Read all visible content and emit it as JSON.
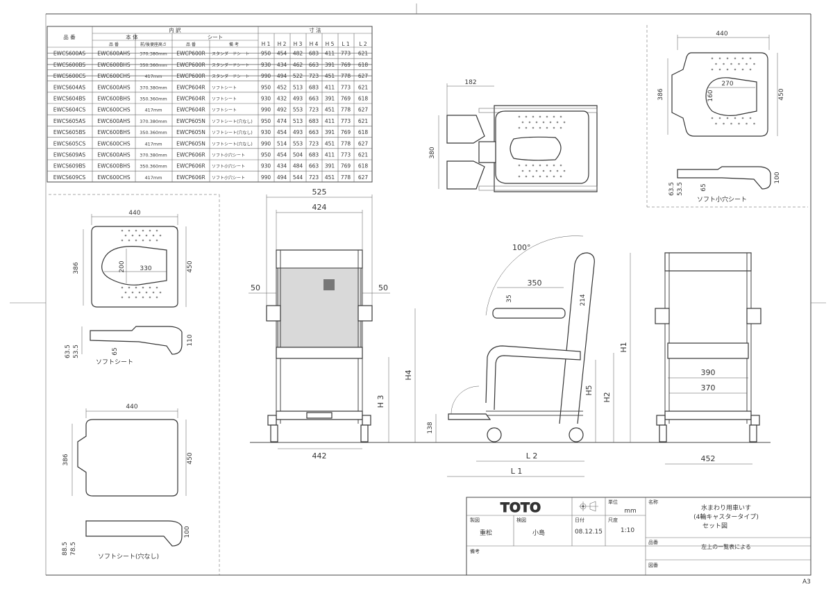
{
  "table": {
    "col_hinban": "品 番",
    "group_naiyaku": "内 訳",
    "group_hontai": "本 体",
    "group_seat": "シート",
    "group_sunpo": "寸 法",
    "sub_hinban": "品 番",
    "sub_height": "前/後便座高さ",
    "sub_seat_hinban": "品 番",
    "sub_biko": "備 考",
    "dims": [
      "H 1",
      "H 2",
      "H 3",
      "H 4",
      "H 5",
      "L 1",
      "L 2"
    ],
    "rows": [
      {
        "model": "EWCS600AS",
        "body": "EWC600AHS",
        "height": "370.380mm",
        "seat": "EWCP600R",
        "note": "スタンダードシート",
        "h1": "950",
        "h2": "454",
        "h3": "482",
        "h4": "683",
        "h5": "411",
        "l1": "773",
        "l2": "621"
      },
      {
        "model": "EWCS600BS",
        "body": "EWC600BHS",
        "height": "350.360mm",
        "seat": "EWCP600R",
        "note": "スタンダードシート",
        "h1": "930",
        "h2": "434",
        "h3": "462",
        "h4": "663",
        "h5": "391",
        "l1": "769",
        "l2": "618"
      },
      {
        "model": "EWCS600CS",
        "body": "EWC600CHS",
        "height": "417mm",
        "seat": "EWCP600R",
        "note": "スタンダードシート",
        "h1": "990",
        "h2": "494",
        "h3": "522",
        "h4": "723",
        "h5": "451",
        "l1": "778",
        "l2": "627"
      },
      {
        "model": "EWCS604AS",
        "body": "EWC600AHS",
        "height": "370.380mm",
        "seat": "EWCP604R",
        "note": "ソフトシート",
        "h1": "950",
        "h2": "452",
        "h3": "513",
        "h4": "683",
        "h5": "411",
        "l1": "773",
        "l2": "621"
      },
      {
        "model": "EWCS604BS",
        "body": "EWC600BHS",
        "height": "350.360mm",
        "seat": "EWCP604R",
        "note": "ソフトシート",
        "h1": "930",
        "h2": "432",
        "h3": "493",
        "h4": "663",
        "h5": "391",
        "l1": "769",
        "l2": "618"
      },
      {
        "model": "EWCS604CS",
        "body": "EWC600CHS",
        "height": "417mm",
        "seat": "EWCP604R",
        "note": "ソフトシート",
        "h1": "990",
        "h2": "492",
        "h3": "553",
        "h4": "723",
        "h5": "451",
        "l1": "778",
        "l2": "627"
      },
      {
        "model": "EWCS605AS",
        "body": "EWC600AHS",
        "height": "370.380mm",
        "seat": "EWCP605N",
        "note": "ソフトシート(穴なし)",
        "h1": "950",
        "h2": "474",
        "h3": "513",
        "h4": "683",
        "h5": "411",
        "l1": "773",
        "l2": "621"
      },
      {
        "model": "EWCS605BS",
        "body": "EWC600BHS",
        "height": "350.360mm",
        "seat": "EWCP605N",
        "note": "ソフトシート(穴なし)",
        "h1": "930",
        "h2": "454",
        "h3": "493",
        "h4": "663",
        "h5": "391",
        "l1": "769",
        "l2": "618"
      },
      {
        "model": "EWCS605CS",
        "body": "EWC600CHS",
        "height": "417mm",
        "seat": "EWCP605N",
        "note": "ソフトシート(穴なし)",
        "h1": "990",
        "h2": "514",
        "h3": "553",
        "h4": "723",
        "h5": "451",
        "l1": "778",
        "l2": "627"
      },
      {
        "model": "EWCS609AS",
        "body": "EWC600AHS",
        "height": "370.380mm",
        "seat": "EWCP606R",
        "note": "ソフト小穴シート",
        "h1": "950",
        "h2": "454",
        "h3": "504",
        "h4": "683",
        "h5": "411",
        "l1": "773",
        "l2": "621"
      },
      {
        "model": "EWCS609BS",
        "body": "EWC600BHS",
        "height": "350.360mm",
        "seat": "EWCP606R",
        "note": "ソフト小穴シート",
        "h1": "930",
        "h2": "434",
        "h3": "484",
        "h4": "663",
        "h5": "391",
        "l1": "769",
        "l2": "618"
      },
      {
        "model": "EWCS609CS",
        "body": "EWC600CHS",
        "height": "417mm",
        "seat": "EWCP606R",
        "note": "ソフト小穴シート",
        "h1": "990",
        "h2": "494",
        "h3": "544",
        "h4": "723",
        "h5": "451",
        "l1": "778",
        "l2": "627"
      }
    ]
  },
  "seat_soft": {
    "w": "440",
    "d": "386",
    "d2": "450",
    "inner_w": "330",
    "inner_d": "200",
    "t1": "63.5",
    "t2": "53.5",
    "t3": "65",
    "t4": "110",
    "caption": "ソフトシート"
  },
  "seat_nohole": {
    "w": "440",
    "d": "386",
    "d2": "450",
    "t1": "88.5",
    "t2": "78.5",
    "t3": "100",
    "caption": "ソフトシート(穴なし)"
  },
  "seat_small": {
    "w": "440",
    "d": "386",
    "d2": "450",
    "inner_w": "270",
    "inner_d": "160",
    "t1": "63.5",
    "t2": "53.5",
    "t3": "65",
    "t4": "100",
    "caption": "ソフト小穴シート"
  },
  "plan_view": {
    "d1": "182",
    "d2": "380"
  },
  "front_view": {
    "w_outer": "525",
    "w_inner": "424",
    "arm_l": "50",
    "arm_r": "50",
    "h3": "H 3",
    "base_w": "442"
  },
  "side_view": {
    "angle": "100°",
    "arm_len": "350",
    "arm_h": "35",
    "back": "214",
    "h1": "H1",
    "h2": "H2",
    "h4": "H4",
    "h5": "H5",
    "foot": "138",
    "l1": "L 1",
    "l2": "L 2"
  },
  "rear_view": {
    "w1": "390",
    "w2": "370",
    "base_w": "452"
  },
  "title_block": {
    "logo": "TOTO",
    "label_unit": "単位",
    "unit": "mm",
    "label_name": "名称",
    "name_lines": [
      "水まわり用車いす",
      "(4輪キャスタータイプ)",
      "セット図"
    ],
    "label_drawn": "製図",
    "drawn_by": "重松",
    "label_checked": "検図",
    "checked_by": "小島",
    "label_date": "日付",
    "date": "08.12.15",
    "label_scale": "尺度",
    "scale": "1:10",
    "label_hinban": "品番",
    "hinban_value": "左上の一覧表による",
    "label_biko": "備考",
    "label_zuban": "図番"
  },
  "sheet_size": "A3"
}
